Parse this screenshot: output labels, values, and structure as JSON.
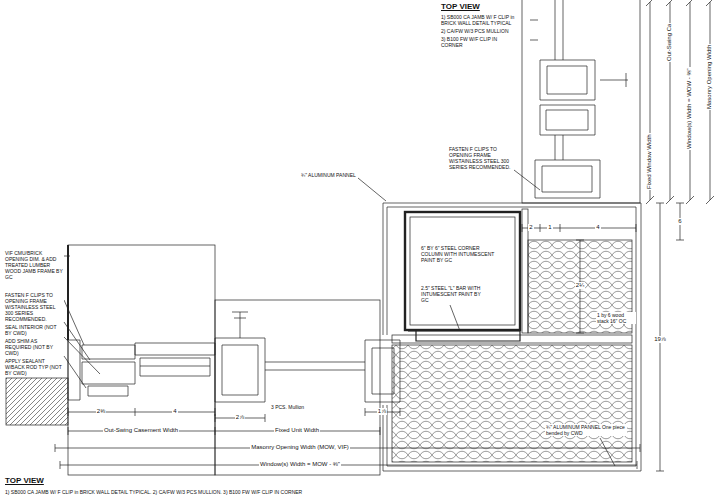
{
  "diagram": {
    "labels": [
      "TOP VIEW",
      "1) SB000 CA JAMB W/ F CLIP in BRICK WALL DETAIL TYPICAL",
      "2) CA/FW W/3 PCS MULLION",
      "3) B100 FW W/F CLIP IN CORNER",
      "Out-Swing Ca",
      "Window(s) Width = WOW - ⅜\"",
      "Masonry Opening Width",
      "Fixed Window Width",
      "FASTEN F CLIPS TO OPENING FRAME W/STAINLESS STEEL 300 SERIES RECOMMENDED.",
      "¾\" ALUMINUM PANNEL",
      "6\" BY 6\" STEEL CORNER COLUMN WITH INTUMESCENT PAINT BY GC",
      "2.5\" STEEL \"L\" BAR WITH INTUMESCENT PAINT BY GC",
      "1 by 6 wood stack 16\" OC",
      "¾\" ALUMINUM PANNEL One piece bended by CWD",
      "VIF CMU/BRICK OPENING DIM. & ADD TREATED LUMBER WOOD JAMB FRAME BY GC",
      "FASTEN F CLIPS TO OPENING FRAME W/STAINLESS STEEL 300 SERIES RECOMMENDED.",
      "SEAL INTERIOR (NOT BY CWD)",
      "ADD SHIM AS REQUIRED (NOT BY CWD)",
      "APPLY SEALANT W/BACK ROD TYP (NOT BY CWD)",
      "Out-Swing Casement Width",
      "3 PCS. Mullion",
      "Fixed Unit Width",
      "Masonry Opening Width (MOW, VIF)",
      "Window(s) Width = MOW - ⅜\"",
      "TOP VIEW",
      "1) SB000 CA JAMB W/ F CLIP in BRICK WALL DETAIL TYPICAL. 2) CA/FW W/3 PCS MULLION. 3) B100 FW W/F CLIP IN CORNER",
      "2⅜",
      "4",
      "2⅞",
      "1⅞",
      "2",
      "1",
      "4",
      "2¼",
      "19⅞",
      "6"
    ]
  }
}
